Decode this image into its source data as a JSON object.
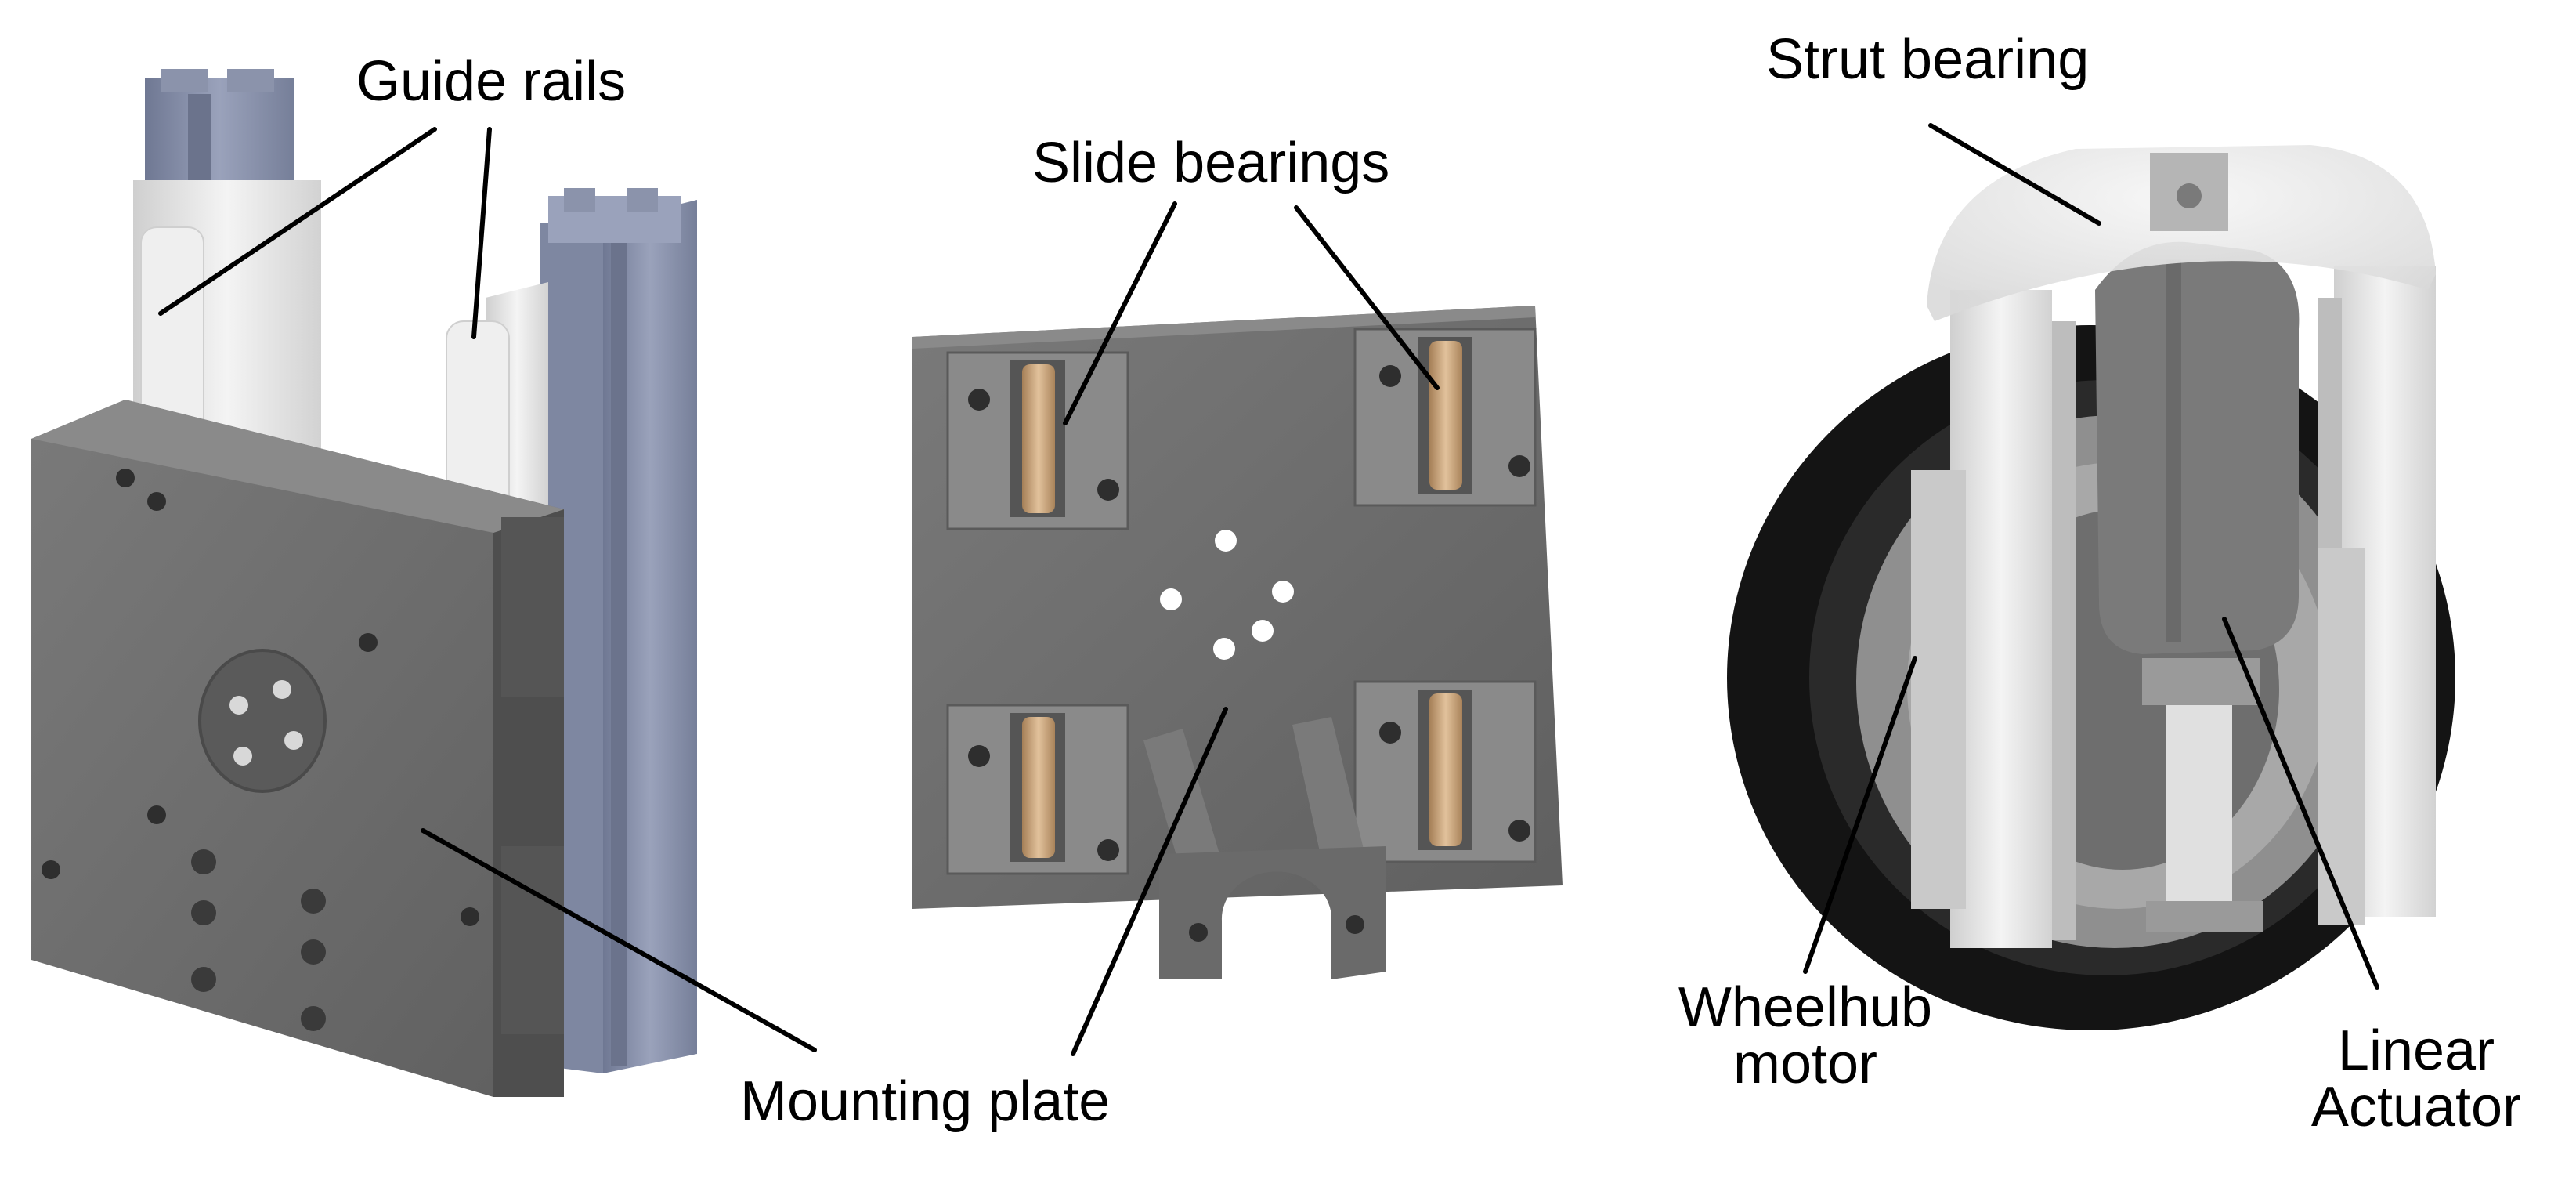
{
  "labels": {
    "guide_rails": "Guide rails",
    "slide_bearings": "Slide bearings",
    "strut_bearing": "Strut bearing",
    "mounting_plate": "Mounting plate",
    "wheelhub_motor_1": "Wheelhub",
    "wheelhub_motor_2": "motor",
    "linear_actuator_1": "Linear",
    "linear_actuator_2": "Actuator"
  },
  "colors": {
    "part_gray": "#6e6e6e",
    "part_gray_dark": "#555555",
    "part_gray_light": "#8a8a8a",
    "rail_blue": "#8b93ab",
    "rail_white": "#e6e6e6",
    "bushing_bronze": "#c9a37a",
    "tire_black": "#141414",
    "leader_line": "#000000"
  }
}
